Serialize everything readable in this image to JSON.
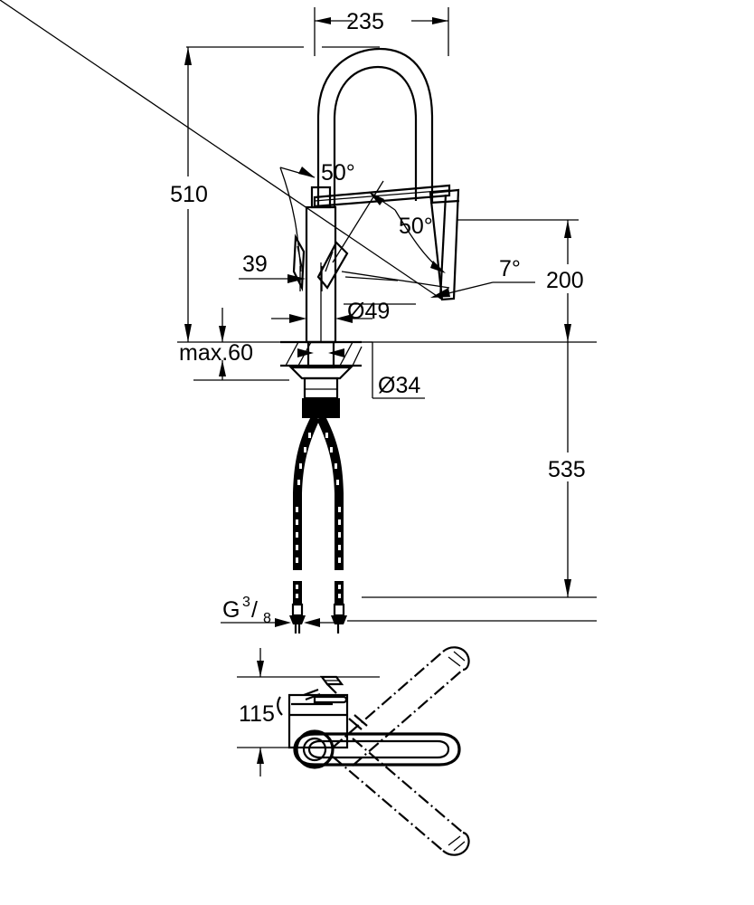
{
  "document": {
    "type": "technical-dimension-drawing",
    "subject": "Single-lever kitchen sink mixer with pull-out spray",
    "units": "mm",
    "background_color": "#ffffff",
    "line_color": "#000000"
  },
  "dimensions": {
    "spout_reach_top": "235",
    "overall_height": "510",
    "spout_outlet_height": "200",
    "handle_clearance_rear": "39",
    "spout_tube_diameter": "Ø49",
    "mounting_hole_diameter": "Ø34",
    "max_counter_thickness": "max.60",
    "supply_hose_length": "535",
    "base_depth_plan": "115"
  },
  "angles": {
    "handle_open_upper": "50°",
    "handle_open_lower": "50°",
    "spray_head_tilt": "7°"
  },
  "thread": {
    "prefix": "G",
    "numerator": "3",
    "slash": "/",
    "denominator": "8",
    "full": "G 3/8"
  },
  "views": {
    "elevation": {
      "name": "front-elevation-view",
      "description": "Front elevation of the mixer tap showing arched spout, lever handle, mounting stud and braided supply hoses"
    },
    "plan": {
      "name": "top-plan-view",
      "description": "Top plan view showing spout swivel range shown with dash-dot centre lines"
    }
  },
  "parts": {
    "spout": "arched-gooseneck-spout",
    "spray_head": "pull-down-spray-head",
    "lever": "single-lever-handle",
    "body": "cylindrical-mixer-body",
    "escutcheon": "base-escutcheon",
    "counter": "countertop-section-hatched",
    "hoses": "braided-flexible-supply-hoses",
    "connector": "threaded-hose-connector"
  }
}
